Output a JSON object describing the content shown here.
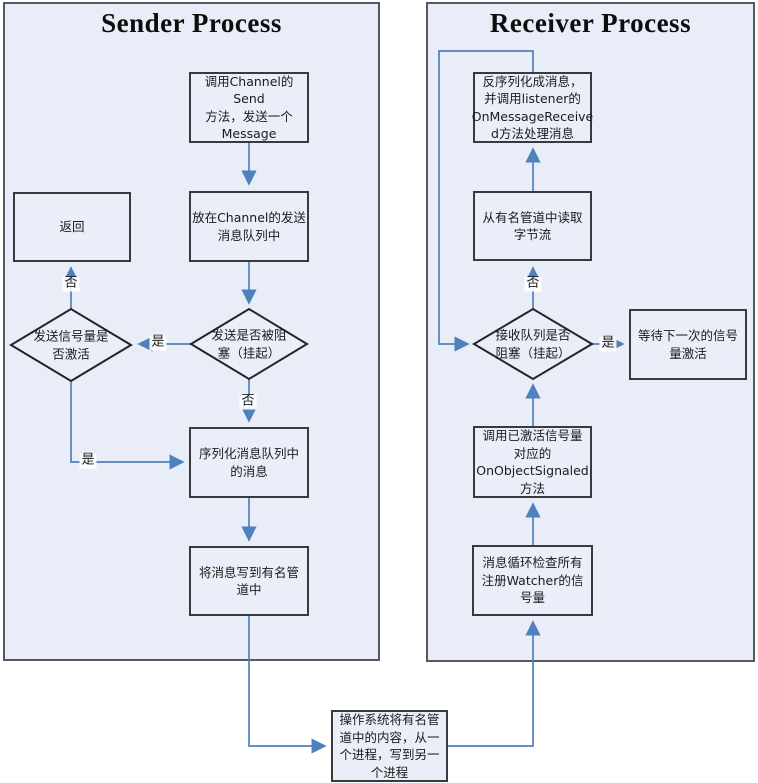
{
  "diagram": {
    "sender": {
      "title": "Sender Process",
      "nodes": {
        "call_send": "调用Channel的Send\n方法，发送一个\nMessage",
        "enqueue": "放在Channel的发送\n消息队列中",
        "return_box": "返回",
        "blocked_decision": "发送是否被阻\n塞（挂起）",
        "semaphore_decision": "发送信号量是\n否激活",
        "serialize": "序列化消息队列中\n的消息",
        "write_pipe": "将消息写到有名管\n道中"
      }
    },
    "receiver": {
      "title": "Receiver Process",
      "nodes": {
        "deserialize": "反序列化成消息，\n并调用listener的\nOnMessageReceive\nd方法处理消息",
        "read_pipe": "从有名管道中读取\n字节流",
        "queue_decision": "接收队列是否\n阻塞（挂起）",
        "wait_next": "等待下一次的信号\n量激活",
        "on_signaled": "调用已激活信号量\n对应的\nOnObjectSignaled\n方法",
        "message_loop": "消息循环检查所有\n注册Watcher的信\n号量"
      }
    },
    "shared": {
      "os_pipe": "操作系统将有名管\n道中的内容，从一\n个进程，写到另一\n个进程"
    },
    "edge_labels": {
      "yes": "是",
      "no": "否"
    },
    "colors": {
      "panel_fill": "#e8edf7",
      "panel_border": "#55585e",
      "node_fill": "#e9eef8",
      "node_border": "#383a3d",
      "arrow": "#4f81bd",
      "text": "#1b1b1b"
    }
  }
}
